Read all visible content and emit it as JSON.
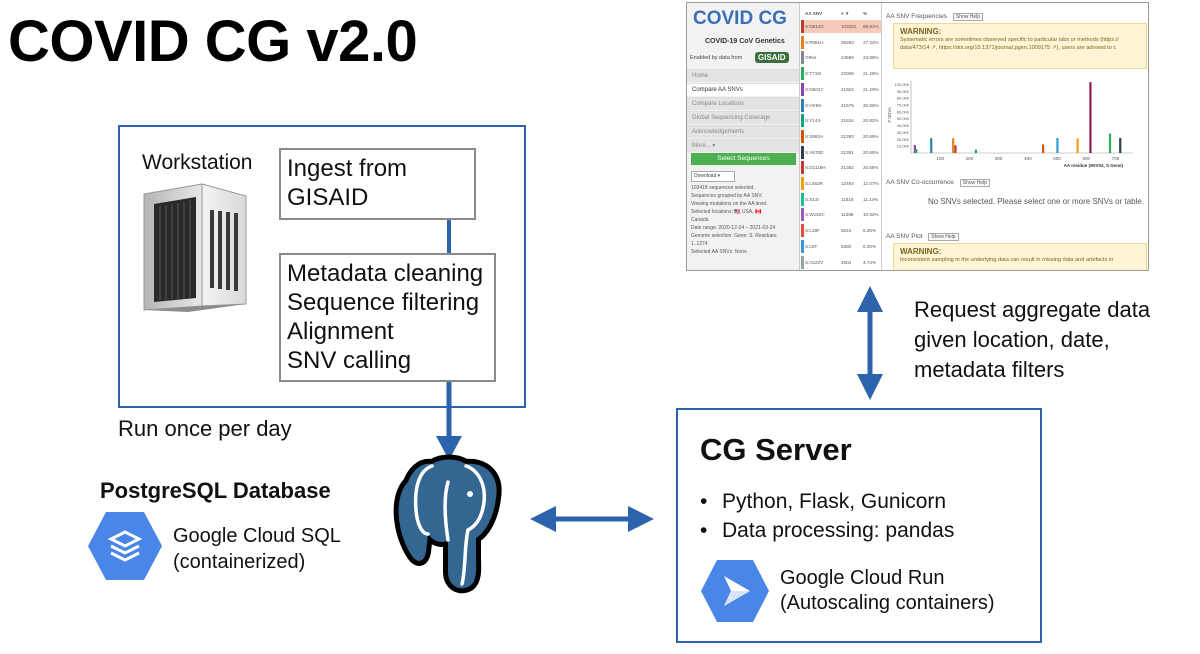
{
  "title": "COVID CG v2.0",
  "workstation": {
    "label": "Workstation",
    "ingest_lines": [
      "Ingest from",
      "GISAID"
    ],
    "pipeline_lines": [
      "Metadata cleaning",
      "Sequence filtering",
      "Alignment",
      "SNV calling"
    ],
    "schedule": "Run once per day"
  },
  "database": {
    "title": "PostgreSQL Database",
    "hosting_lines": [
      "Google Cloud SQL",
      "(containerized)"
    ],
    "hosting_icon": "google-cloud-sql-icon",
    "db_icon": "postgresql-elephant-icon"
  },
  "server": {
    "title": "CG Server",
    "bullets": [
      "Python, Flask, Gunicorn",
      "Data processing: pandas"
    ],
    "hosting_lines": [
      "Google Cloud Run",
      "(Autoscaling containers)"
    ],
    "hosting_icon": "google-cloud-run-icon"
  },
  "request": {
    "lines": [
      "Request aggregate data",
      "given location, date,",
      "metadata filters"
    ]
  },
  "colors": {
    "arrow": "#2d63ad",
    "box_border": "#2d63ad",
    "inner_box_border": "#8a8a8a",
    "gcp_blue": "#4a86e8"
  },
  "app_screenshot": {
    "logo": "COVID CG",
    "subtitle": "COVID-19 CoV Genetics",
    "enabled_by": "Enabled by data from",
    "gisaid": "GISAID",
    "nav": [
      "Home",
      "Compare AA SNVs",
      "Compare Locations",
      "Global Sequencing Coverage",
      "Acknowledgements",
      "More... ▾"
    ],
    "select_button": "Select Sequences",
    "download": "Download ▾",
    "side_text": [
      "103418 sequences selected.",
      "Sequences grouped by AA SNV.",
      "Viewing mutations on the AA level.",
      "Selected locations: 🇺🇸 USA, 🇨🇦",
      "Canada",
      "Date range: 2020-12-24 – 2021-03-24",
      "Genome selection: Gene: S. Residues:",
      "1..1274",
      "Selected AA SNVs: None"
    ],
    "table_headers": [
      "AA SNV",
      "# ▼",
      "%"
    ],
    "table_rows": [
      {
        "snv": "S:D614G",
        "count": "103321",
        "pct": "99.91%"
      },
      {
        "snv": "S:P681H",
        "count": "28250",
        "pct": "27.32%"
      },
      {
        "snv": "Other",
        "count": "24699",
        "pct": "23.88%"
      },
      {
        "snv": "S:T716I",
        "count": "22006",
        "pct": "21.28%"
      },
      {
        "snv": "S:N501Y",
        "count": "21922",
        "pct": "21.20%"
      },
      {
        "snv": "S:HV69-",
        "count": "21576",
        "pct": "20.86%"
      },
      {
        "snv": "S:Y144-",
        "count": "21534",
        "pct": "20.82%"
      },
      {
        "snv": "S:S982A",
        "count": "21393",
        "pct": "20.69%"
      },
      {
        "snv": "S:A570D",
        "count": "21391",
        "pct": "20.68%"
      },
      {
        "snv": "S:D1118H",
        "count": "21382",
        "pct": "20.68%"
      },
      {
        "snv": "S:L452R",
        "count": "12484",
        "pct": "12.07%"
      },
      {
        "snv": "S:S13I",
        "count": "11519",
        "pct": "11.14%"
      },
      {
        "snv": "S:W152C",
        "count": "11298",
        "pct": "10.92%"
      },
      {
        "snv": "S:L18F",
        "count": "5543",
        "pct": "5.36%"
      },
      {
        "snv": "S:L5F",
        "count": "5380",
        "pct": "5.20%"
      },
      {
        "snv": "S:A222V",
        "count": "4904",
        "pct": "4.74%"
      }
    ],
    "freq_title": "AA SNV Frequencies",
    "show_help": "Show Help",
    "warning_title": "WARNING:",
    "warning_text_1": "Systematic errors are sometimes observed specific to particular labs or methods (https://",
    "warning_text_2": "data/473/14 ↗, https://doi.org/10.1371/journal.pgen.1009175 ↗), users are advised to c",
    "cooc_title": "AA SNV Co-occurrence",
    "cooc_empty": "No SNVs selected. Please select one or more SNVs or table.",
    "plot_title": "AA SNV Plot",
    "warning2_text": "Inconsistent sampling in the underlying data can result in missing data and artefacts in"
  },
  "chart_data": {
    "type": "bar",
    "ylabel": "# SNVs",
    "xlabel": "AA residue (WIV04, S Gene)",
    "x_ticks": [
      "100",
      "200",
      "300",
      "400",
      "500",
      "600",
      "700"
    ],
    "y_ticks": [
      "100,000",
      "90,000",
      "80,000",
      "70,000",
      "60,000",
      "50,000",
      "40,000",
      "30,000",
      "20,000",
      "10,000"
    ],
    "series": [
      {
        "x": [
          13,
          18,
          69,
          144,
          152,
          222,
          452,
          501,
          570,
          614,
          681,
          716
        ],
        "values": [
          11519,
          5543,
          21576,
          21534,
          11298,
          4904,
          12484,
          21922,
          21391,
          103321,
          28250,
          22006
        ]
      }
    ]
  }
}
